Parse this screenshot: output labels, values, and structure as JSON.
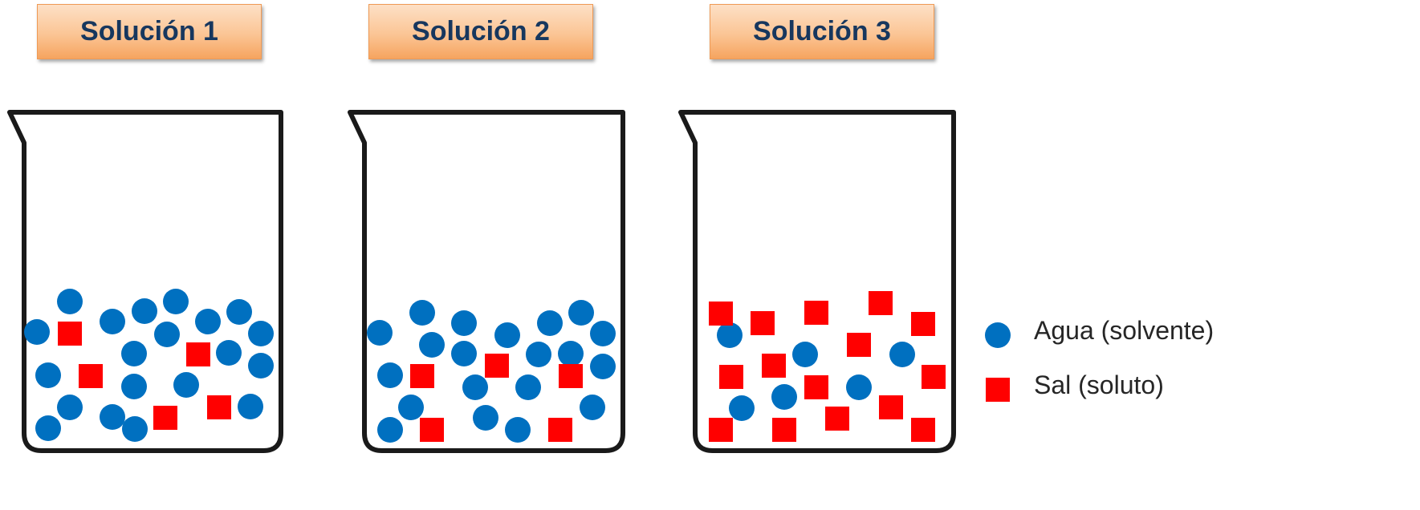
{
  "solutions": [
    {
      "label": "Solución 1"
    },
    {
      "label": "Solución 2"
    },
    {
      "label": "Solución 3"
    }
  ],
  "legend": {
    "water": {
      "label": "Agua (solvente)",
      "color": "#0070c0",
      "icon": "circle"
    },
    "salt": {
      "label": "Sal (soluto)",
      "color": "#ff0000",
      "icon": "square"
    }
  },
  "colors": {
    "label_text": "#17375e",
    "label_fill": "#fbc595",
    "label_border": "#ef9a55",
    "beaker_outline": "#1a1a1a"
  }
}
